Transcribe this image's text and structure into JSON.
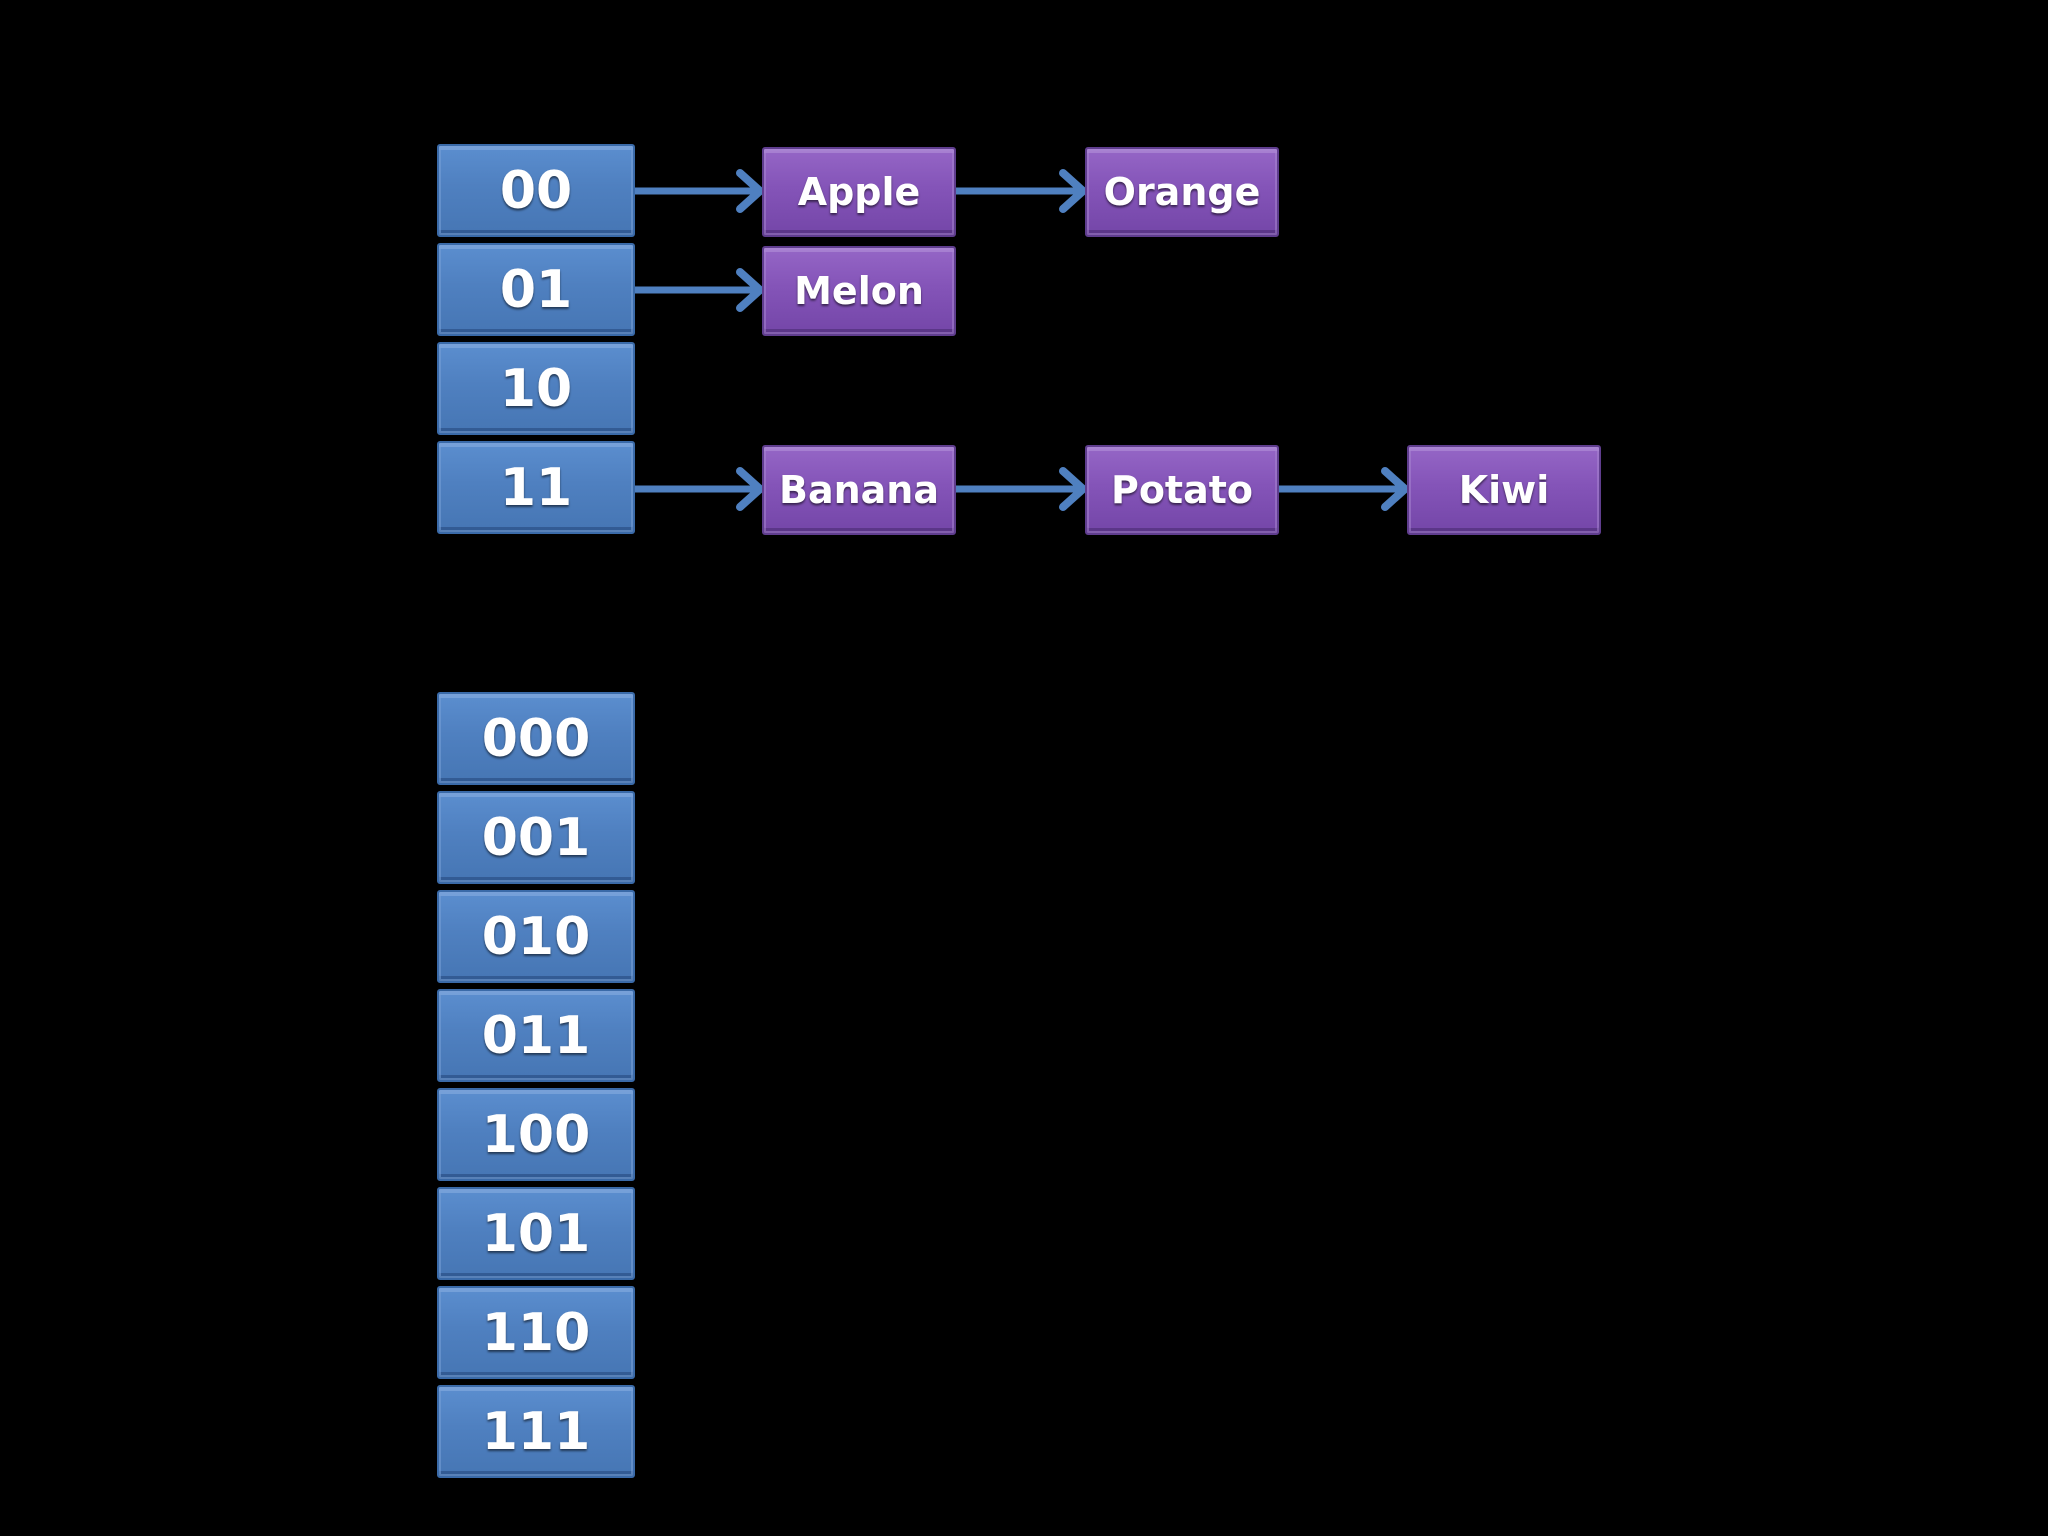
{
  "colors": {
    "background": "#000000",
    "bucket_fill": "#4f80c0",
    "item_fill": "#8454b8",
    "arrow": "#4f80c0",
    "text": "#ffffff"
  },
  "table_2bit": {
    "buckets": [
      {
        "label": "00",
        "chain": [
          "Apple",
          "Orange"
        ]
      },
      {
        "label": "01",
        "chain": [
          "Melon"
        ]
      },
      {
        "label": "10",
        "chain": []
      },
      {
        "label": "11",
        "chain": [
          "Banana",
          "Potato",
          "Kiwi"
        ]
      }
    ]
  },
  "table_3bit": {
    "buckets": [
      {
        "label": "000"
      },
      {
        "label": "001"
      },
      {
        "label": "010"
      },
      {
        "label": "011"
      },
      {
        "label": "100"
      },
      {
        "label": "101"
      },
      {
        "label": "110"
      },
      {
        "label": "111"
      }
    ]
  }
}
